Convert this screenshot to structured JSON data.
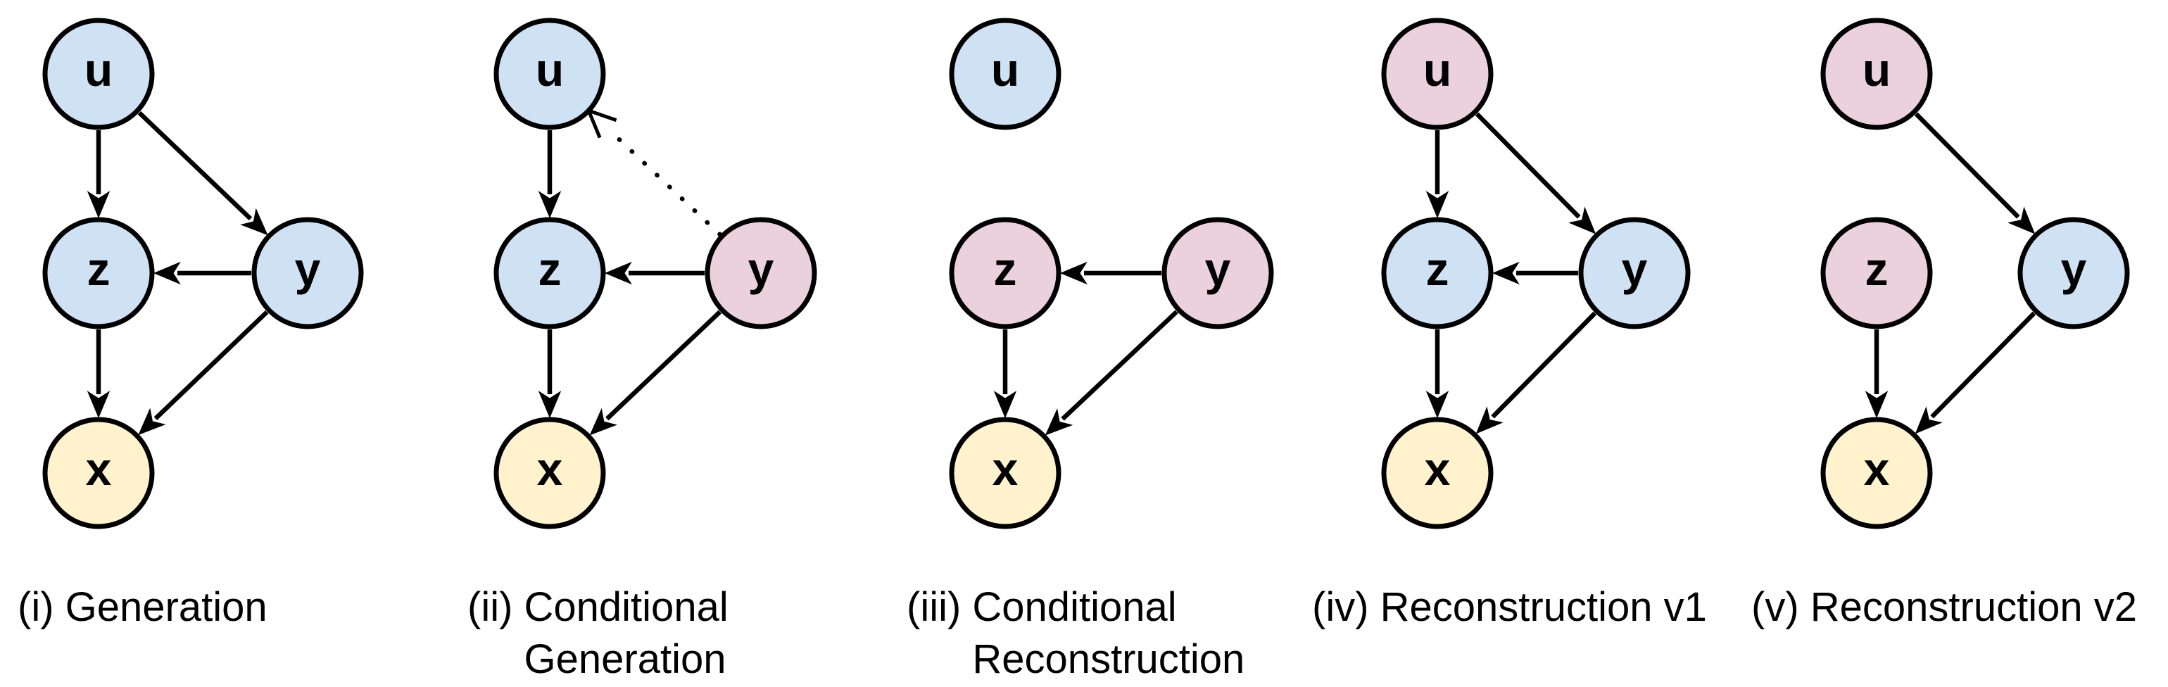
{
  "figure": {
    "description": "Five causal graphical models over variables u, z, y, x",
    "node_ids": [
      "u",
      "z",
      "y",
      "x"
    ]
  },
  "colors": {
    "background": "#FFFFFF",
    "stroke": "#000000",
    "text": "#000000",
    "palette": {
      "blue": "#CFE2F3",
      "pink": "#EAD1DC",
      "yellow": "#FFF2CC"
    }
  },
  "diagrams": [
    {
      "label": "i",
      "caption": {
        "prefix": "(i) ",
        "body": "Generation"
      },
      "nodes": [
        {
          "id": "u",
          "label": "u",
          "color": "blue",
          "slot": "top-left"
        },
        {
          "id": "z",
          "label": "z",
          "color": "blue",
          "slot": "mid-left"
        },
        {
          "id": "y",
          "label": "y",
          "color": "blue",
          "slot": "mid-right"
        },
        {
          "id": "x",
          "label": "x",
          "color": "yellow",
          "slot": "bottom-left"
        }
      ],
      "edges": [
        {
          "from": "u",
          "to": "z",
          "style": "solid"
        },
        {
          "from": "u",
          "to": "y",
          "style": "solid"
        },
        {
          "from": "y",
          "to": "z",
          "style": "solid"
        },
        {
          "from": "z",
          "to": "x",
          "style": "solid"
        },
        {
          "from": "y",
          "to": "x",
          "style": "solid"
        }
      ]
    },
    {
      "label": "ii",
      "caption": {
        "prefix": "(ii) ",
        "body": "Conditional\nGeneration"
      },
      "nodes": [
        {
          "id": "u",
          "label": "u",
          "color": "blue",
          "slot": "top-left"
        },
        {
          "id": "z",
          "label": "z",
          "color": "blue",
          "slot": "mid-left"
        },
        {
          "id": "y",
          "label": "y",
          "color": "pink",
          "slot": "mid-right"
        },
        {
          "id": "x",
          "label": "x",
          "color": "yellow",
          "slot": "bottom-left"
        }
      ],
      "edges": [
        {
          "from": "u",
          "to": "z",
          "style": "solid"
        },
        {
          "from": "y",
          "to": "z",
          "style": "solid"
        },
        {
          "from": "z",
          "to": "x",
          "style": "solid"
        },
        {
          "from": "y",
          "to": "x",
          "style": "solid"
        },
        {
          "from": "y",
          "to": "u",
          "style": "dotted"
        }
      ]
    },
    {
      "label": "iii",
      "caption": {
        "prefix": "(iii) ",
        "body": "Conditional\nReconstruction"
      },
      "nodes": [
        {
          "id": "u",
          "label": "u",
          "color": "blue",
          "slot": "top-left"
        },
        {
          "id": "z",
          "label": "z",
          "color": "pink",
          "slot": "mid-left"
        },
        {
          "id": "y",
          "label": "y",
          "color": "pink",
          "slot": "mid-right"
        },
        {
          "id": "x",
          "label": "x",
          "color": "yellow",
          "slot": "bottom-left"
        }
      ],
      "edges": [
        {
          "from": "y",
          "to": "z",
          "style": "solid"
        },
        {
          "from": "z",
          "to": "x",
          "style": "solid"
        },
        {
          "from": "y",
          "to": "x",
          "style": "solid"
        }
      ]
    },
    {
      "label": "iv",
      "caption": {
        "prefix": "(iv) ",
        "body": "Reconstruction v1"
      },
      "nodes": [
        {
          "id": "u",
          "label": "u",
          "color": "pink",
          "slot": "top-left"
        },
        {
          "id": "z",
          "label": "z",
          "color": "blue",
          "slot": "mid-left"
        },
        {
          "id": "y",
          "label": "y",
          "color": "blue",
          "slot": "mid-right"
        },
        {
          "id": "x",
          "label": "x",
          "color": "yellow",
          "slot": "bottom-left"
        }
      ],
      "edges": [
        {
          "from": "u",
          "to": "z",
          "style": "solid"
        },
        {
          "from": "u",
          "to": "y",
          "style": "solid"
        },
        {
          "from": "y",
          "to": "z",
          "style": "solid"
        },
        {
          "from": "z",
          "to": "x",
          "style": "solid"
        },
        {
          "from": "y",
          "to": "x",
          "style": "solid"
        }
      ]
    },
    {
      "label": "v",
      "caption": {
        "prefix": "(v) ",
        "body": "Reconstruction v2"
      },
      "nodes": [
        {
          "id": "u",
          "label": "u",
          "color": "pink",
          "slot": "top-left"
        },
        {
          "id": "z",
          "label": "z",
          "color": "pink",
          "slot": "mid-left"
        },
        {
          "id": "y",
          "label": "y",
          "color": "blue",
          "slot": "mid-right"
        },
        {
          "id": "x",
          "label": "x",
          "color": "yellow",
          "slot": "bottom-left"
        }
      ],
      "edges": [
        {
          "from": "u",
          "to": "y",
          "style": "solid"
        },
        {
          "from": "z",
          "to": "x",
          "style": "solid"
        },
        {
          "from": "y",
          "to": "x",
          "style": "solid"
        }
      ]
    }
  ]
}
